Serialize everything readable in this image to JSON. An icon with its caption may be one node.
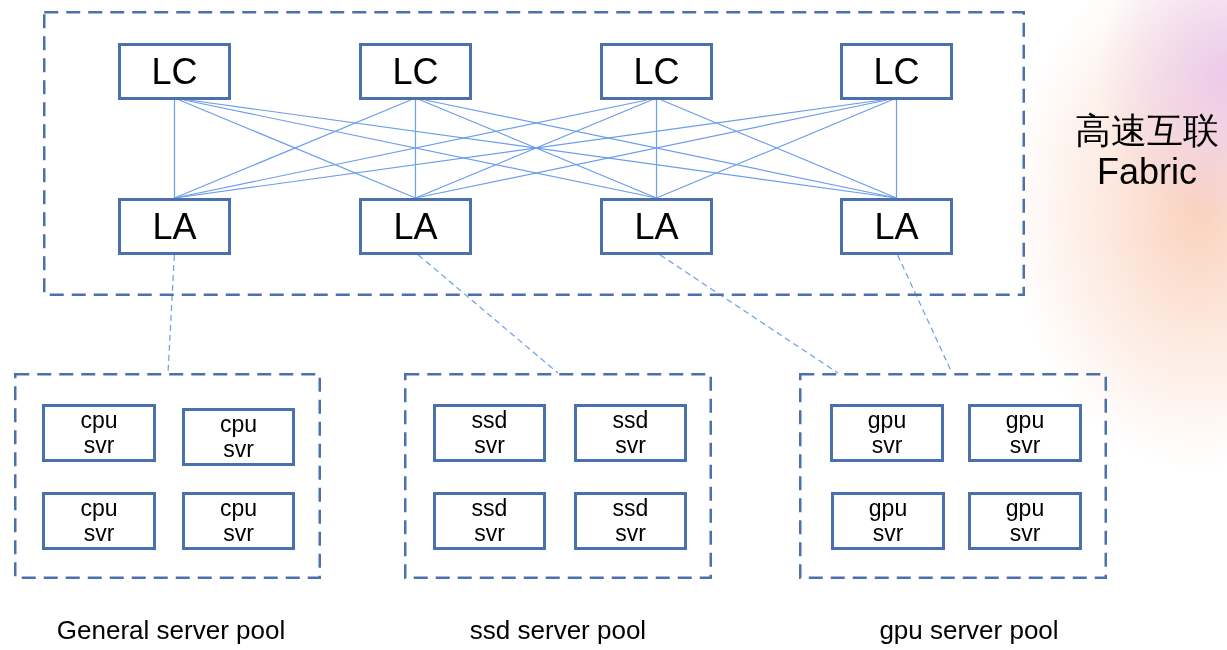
{
  "diagram": {
    "nodes": [
      {
        "text": [
          "高速互联 Fabric"
        ]
      },
      {
        "text": [
          "LC"
        ],
        "in": 0
      },
      {
        "text": [
          "LC"
        ],
        "in": 0
      },
      {
        "text": [
          "LC"
        ],
        "in": 0
      },
      {
        "text": [
          "LC"
        ],
        "in": 0
      },
      {
        "text": [
          "LA"
        ],
        "in": 0
      },
      {
        "text": [
          "LA"
        ],
        "in": 0
      },
      {
        "text": [
          "LA"
        ],
        "in": 0
      },
      {
        "text": [
          "LA"
        ],
        "in": 0
      },
      {
        "text": [
          "General server pool"
        ]
      },
      {
        "text": [
          "cpu svr"
        ],
        "in": 9
      },
      {
        "text": [
          "cpu svr"
        ],
        "in": 9
      },
      {
        "text": [
          "cpu svr"
        ],
        "in": 9
      },
      {
        "text": [
          "cpu svr"
        ],
        "in": 9
      },
      {
        "text": [
          "ssd server pool"
        ]
      },
      {
        "text": [
          "ssd svr"
        ],
        "in": 14
      },
      {
        "text": [
          "ssd svr"
        ],
        "in": 14
      },
      {
        "text": [
          "ssd svr"
        ],
        "in": 14
      },
      {
        "text": [
          "ssd svr"
        ],
        "in": 14
      },
      {
        "text": [
          "gpu server pool"
        ]
      },
      {
        "text": [
          "gpu svr"
        ],
        "in": 19
      },
      {
        "text": [
          "gpu svr"
        ],
        "in": 19
      },
      {
        "text": [
          "gpu svr"
        ],
        "in": 19
      },
      {
        "text": [
          "gpu svr"
        ],
        "in": 19
      }
    ],
    "edges": [
      {
        "from": 1,
        "to": 5,
        "arrow": "none"
      },
      {
        "from": 1,
        "to": 6,
        "arrow": "none"
      },
      {
        "from": 1,
        "to": 7,
        "arrow": "none"
      },
      {
        "from": 1,
        "to": 8,
        "arrow": "none"
      },
      {
        "from": 2,
        "to": 5,
        "arrow": "none"
      },
      {
        "from": 2,
        "to": 6,
        "arrow": "none"
      },
      {
        "from": 2,
        "to": 7,
        "arrow": "none"
      },
      {
        "from": 2,
        "to": 8,
        "arrow": "none"
      },
      {
        "from": 3,
        "to": 5,
        "arrow": "none"
      },
      {
        "from": 3,
        "to": 6,
        "arrow": "none"
      },
      {
        "from": 3,
        "to": 7,
        "arrow": "none"
      },
      {
        "from": 3,
        "to": 8,
        "arrow": "none"
      },
      {
        "from": 4,
        "to": 5,
        "arrow": "none"
      },
      {
        "from": 4,
        "to": 6,
        "arrow": "none"
      },
      {
        "from": 4,
        "to": 7,
        "arrow": "none"
      },
      {
        "from": 4,
        "to": 8,
        "arrow": "none"
      },
      {
        "from": 5,
        "to": 9,
        "arrow": "none",
        "style": "dashed"
      },
      {
        "from": 6,
        "to": 14,
        "arrow": "none",
        "style": "dashed"
      },
      {
        "from": 7,
        "to": 19,
        "arrow": "none",
        "style": "dashed"
      },
      {
        "from": 8,
        "to": 19,
        "arrow": "none",
        "style": "dashed"
      }
    ]
  }
}
